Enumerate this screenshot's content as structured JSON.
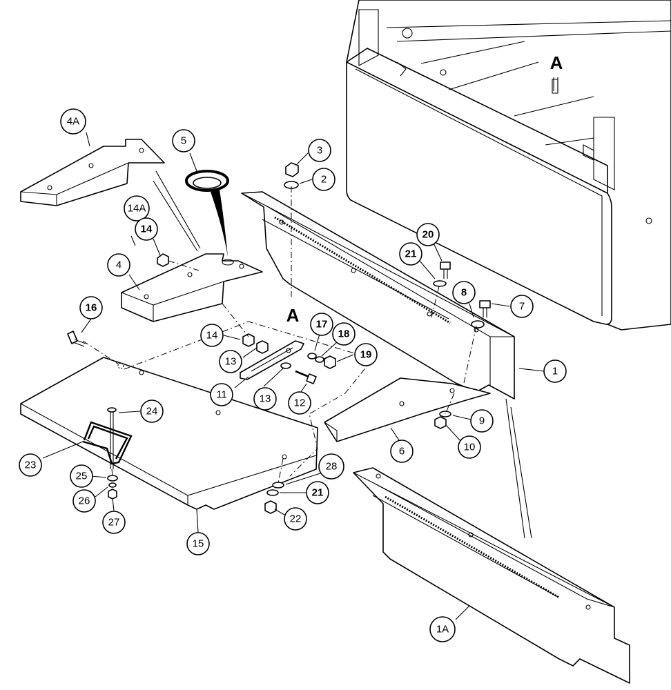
{
  "callouts": [
    {
      "id": "c4A",
      "label": "4A",
      "bold": false
    },
    {
      "id": "c5",
      "label": "5",
      "bold": false
    },
    {
      "id": "c3",
      "label": "3",
      "bold": false
    },
    {
      "id": "c2",
      "label": "2",
      "bold": false
    },
    {
      "id": "c14A",
      "label": "14A",
      "bold": false
    },
    {
      "id": "c14a",
      "label": "14",
      "bold": true
    },
    {
      "id": "c4",
      "label": "4",
      "bold": false
    },
    {
      "id": "c20",
      "label": "20",
      "bold": true
    },
    {
      "id": "c21a",
      "label": "21",
      "bold": true
    },
    {
      "id": "c8",
      "label": "8",
      "bold": true
    },
    {
      "id": "c7",
      "label": "7",
      "bold": false
    },
    {
      "id": "c16",
      "label": "16",
      "bold": true
    },
    {
      "id": "c14b",
      "label": "14",
      "bold": false
    },
    {
      "id": "c17",
      "label": "17",
      "bold": true
    },
    {
      "id": "c18",
      "label": "18",
      "bold": true
    },
    {
      "id": "c13a",
      "label": "13",
      "bold": false
    },
    {
      "id": "c19",
      "label": "19",
      "bold": true
    },
    {
      "id": "c1",
      "label": "1",
      "bold": false
    },
    {
      "id": "c11",
      "label": "11",
      "bold": false
    },
    {
      "id": "c13b",
      "label": "13",
      "bold": false
    },
    {
      "id": "c12",
      "label": "12",
      "bold": false
    },
    {
      "id": "c24",
      "label": "24",
      "bold": false
    },
    {
      "id": "c9",
      "label": "9",
      "bold": false
    },
    {
      "id": "c6",
      "label": "6",
      "bold": false
    },
    {
      "id": "c10",
      "label": "10",
      "bold": false
    },
    {
      "id": "c23",
      "label": "23",
      "bold": false
    },
    {
      "id": "c28",
      "label": "28",
      "bold": false
    },
    {
      "id": "c25",
      "label": "25",
      "bold": false
    },
    {
      "id": "c21b",
      "label": "21",
      "bold": true
    },
    {
      "id": "c26",
      "label": "26",
      "bold": false
    },
    {
      "id": "c22",
      "label": "22",
      "bold": false
    },
    {
      "id": "c27",
      "label": "27",
      "bold": false
    },
    {
      "id": "c15",
      "label": "15",
      "bold": false
    },
    {
      "id": "c1A",
      "label": "1A",
      "bold": false
    }
  ],
  "section_marks": [
    {
      "id": "secTop",
      "label": "A"
    },
    {
      "id": "secMid",
      "label": "A"
    }
  ]
}
